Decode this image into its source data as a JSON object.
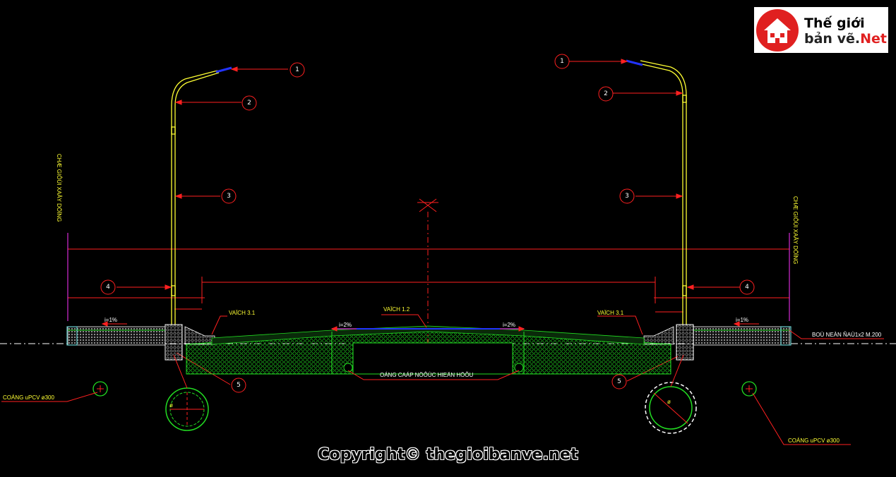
{
  "logo": {
    "line1": "Thế giới",
    "line2a": "bản vẽ.",
    "line2b": "Net"
  },
  "colors": {
    "background": "#000000",
    "red": "#ff2020",
    "yellow": "#ffff33",
    "green": "#22dd22",
    "blue": "#2233ff",
    "magenta": "#ff33ff",
    "cyan": "#66cccc",
    "white": "#ffffff"
  },
  "labels": {
    "chi_gioi_left": "CHÆ GIÔÙI XAÂY DÖÏNG",
    "chi_gioi_right": "CHÆ GIÔÙI XAÂY DÖÏNG",
    "vach_left": "VAÏCH 3.1",
    "vach_center": "VAÏCH 1.2",
    "vach_right": "VAÏCH 3.1",
    "slope_left_sidewalk": "i=1%",
    "slope_right_sidewalk": "i=1%",
    "slope_left_road": "i=2%",
    "slope_right_road": "i=2%",
    "bo_nen": "BOÙ NEÀN ÑAÙ1x2 M.200",
    "ong_cap": "OÁNG CAÁP NÖÔÙC HIEÄN HÖÕU",
    "cong_left": "COÁNG uPCV ø300",
    "cong_right": "COÁNG uPCV ø300",
    "dia_left": "ø",
    "dia_right": "ø"
  },
  "markers": {
    "left_1": "1",
    "left_2": "2",
    "left_3": "3",
    "left_4": "4",
    "left_5": "5",
    "right_1": "1",
    "right_2": "2",
    "right_3": "3",
    "right_4": "4",
    "right_5": "5"
  },
  "copyright": "Copyright© thegioibanve.net"
}
